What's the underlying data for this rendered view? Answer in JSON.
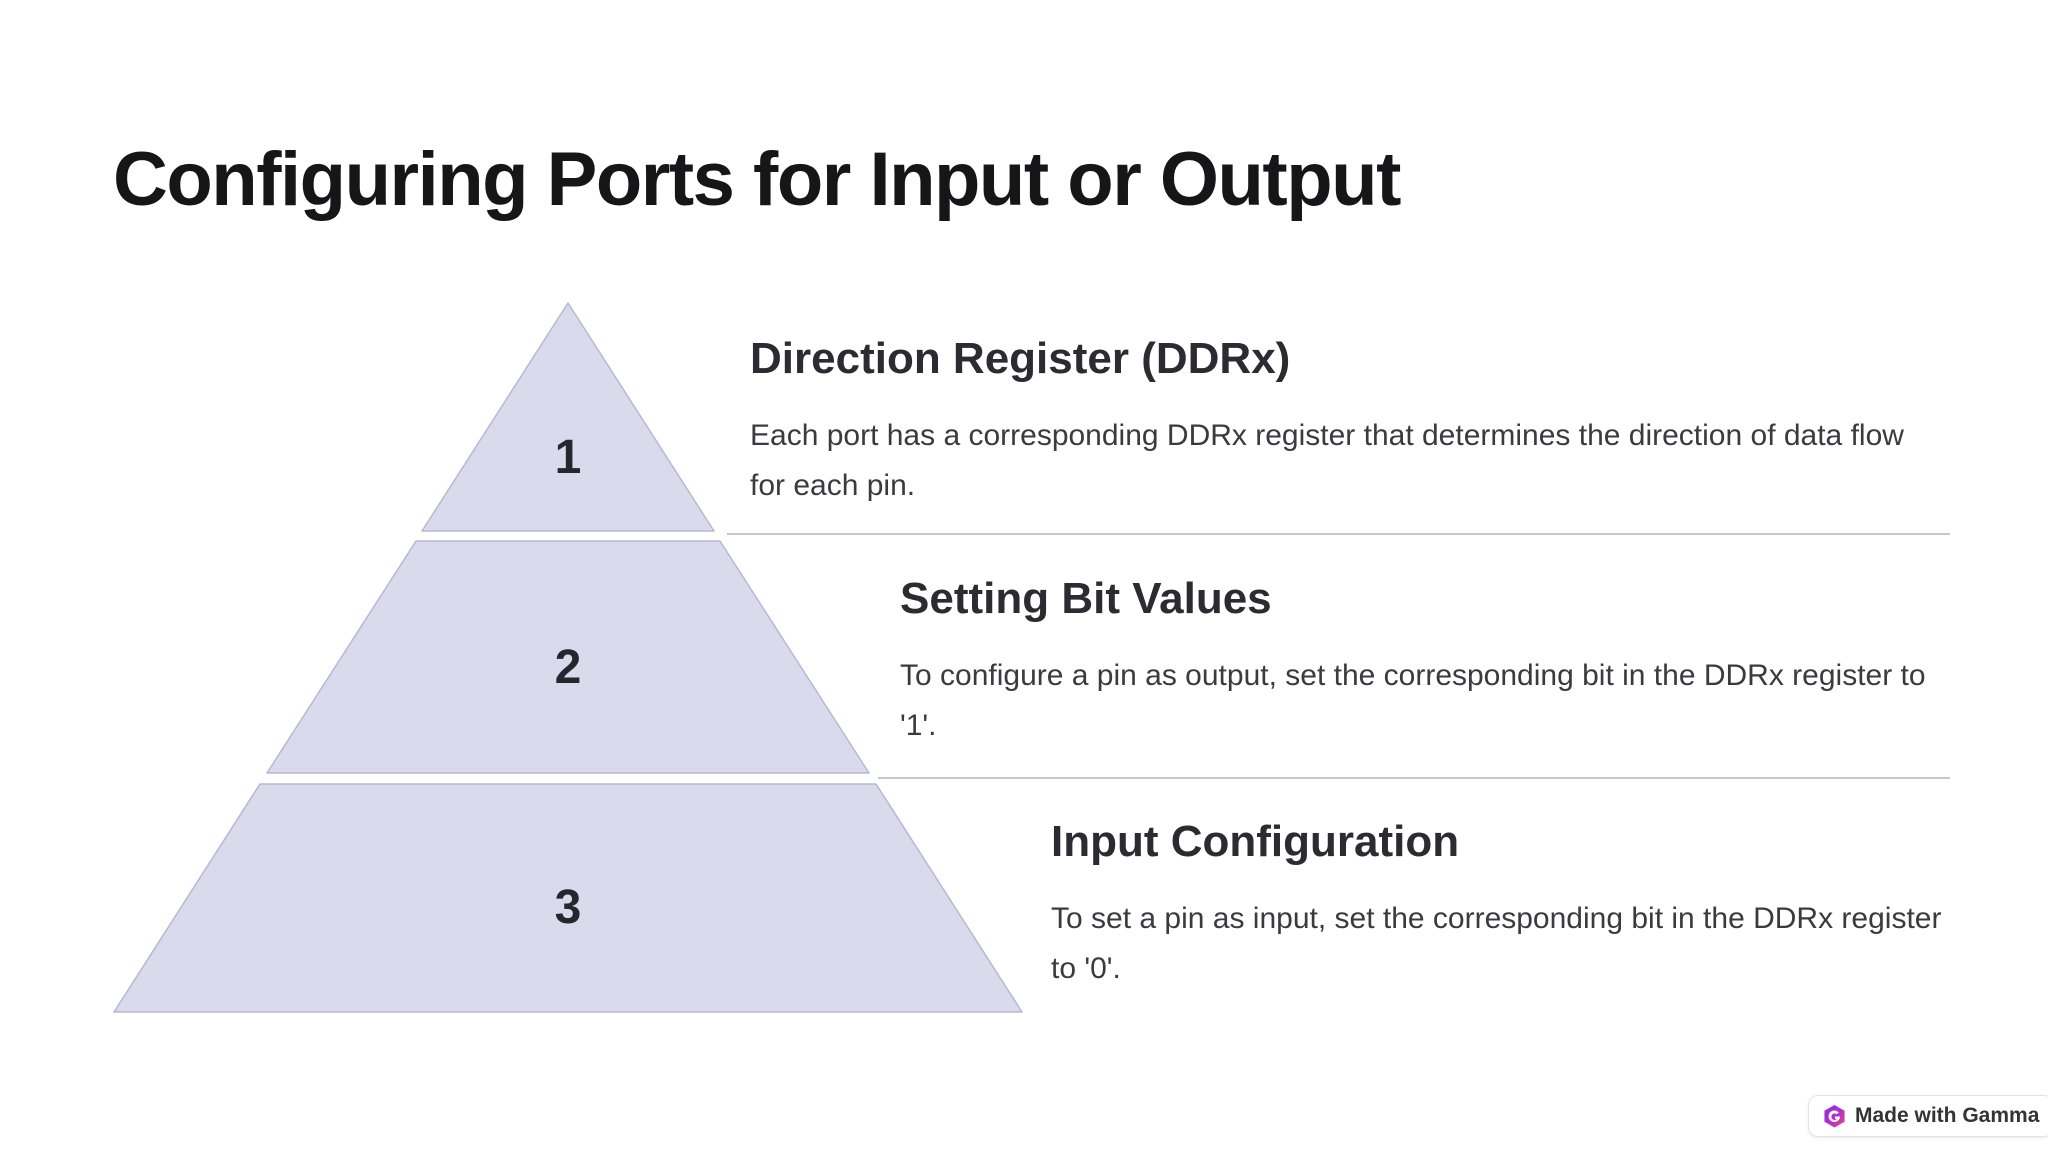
{
  "slide": {
    "title": "Configuring Ports for Input or Output",
    "background_color": "#ffffff"
  },
  "pyramid": {
    "type": "pyramid-3-levels",
    "fill_color": "#d9dbec",
    "stroke_color": "#b7b8d2",
    "divider_color": "#c4c5d8",
    "levels": [
      "1",
      "2",
      "3"
    ]
  },
  "sections": [
    {
      "number": "1",
      "title": "Direction Register (DDRx)",
      "body": "Each port has a corresponding DDRx register that determines the direction of data flow for each pin."
    },
    {
      "number": "2",
      "title": "Setting Bit Values",
      "body": "To configure a pin as output, set the corresponding bit in the DDRx register to '1'."
    },
    {
      "number": "3",
      "title": "Input Configuration",
      "body": "To set a pin as input, set the corresponding bit in the DDRx register to '0'."
    }
  ],
  "badge": {
    "label": "Made with Gamma",
    "logo": "gamma-logo",
    "logo_gradient_start": "#8a2be2",
    "logo_gradient_end": "#f0427c"
  }
}
